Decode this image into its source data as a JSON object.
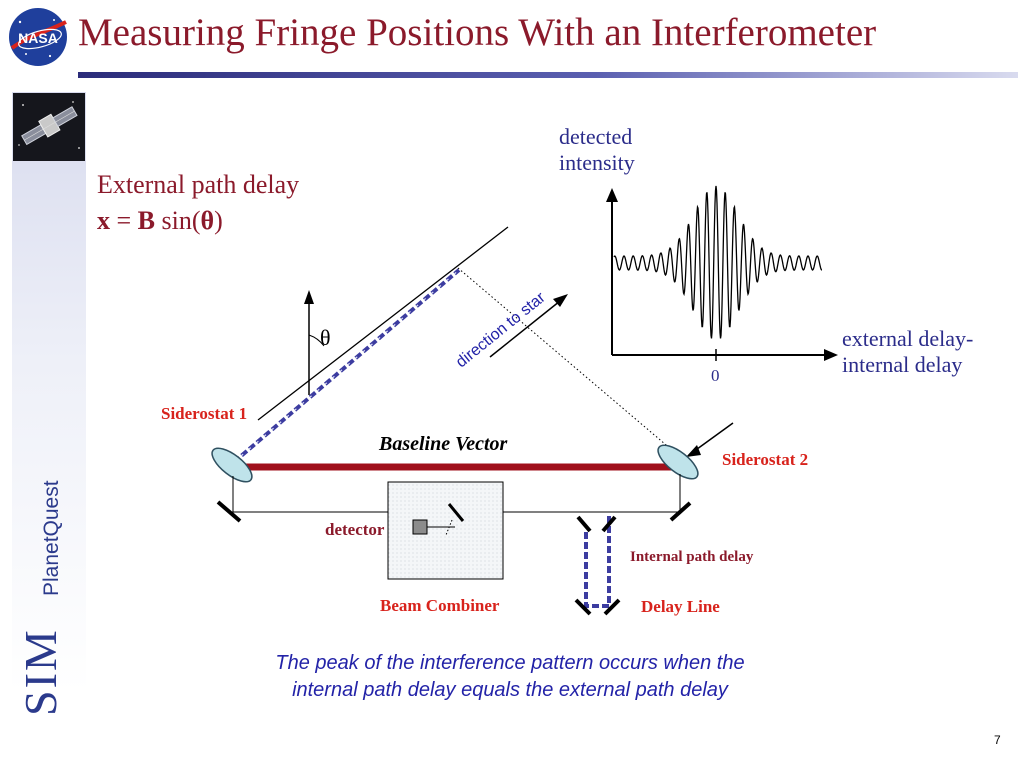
{
  "slide": {
    "title": "Measuring Fringe Positions With an Interferometer",
    "page_number": "7"
  },
  "branding": {
    "logo_text": "NASA",
    "sidebar_text": "PlanetQuest",
    "sidebar_brand": "SIM",
    "accent_color": "#2b2c7a",
    "title_color": "#8b1a2b"
  },
  "equation": {
    "heading": "External path delay",
    "x": "x",
    "equals": "=",
    "B": "B",
    "sin": "sin(",
    "theta": "θ",
    "close": ")"
  },
  "plot": {
    "ylabel_line1": "detected",
    "ylabel_line2": "intensity",
    "xlabel_line1": "external delay-",
    "xlabel_line2": "internal delay",
    "zero_tick": "0"
  },
  "diagram": {
    "theta": "θ",
    "direction_to_star": "direction to star",
    "siderostat_1": "Siderostat 1",
    "siderostat_2": "Siderostat 2",
    "baseline_vector": "Baseline Vector",
    "detector": "detector",
    "internal_path_delay": "Internal path delay",
    "beam_combiner": "Beam Combiner",
    "delay_line": "Delay Line",
    "label_color_red": "#d8231c",
    "baseline_color": "#a0101c"
  },
  "caption": {
    "line1": "The peak of the interference pattern occurs when the",
    "line2": "internal path delay equals the external path delay"
  }
}
